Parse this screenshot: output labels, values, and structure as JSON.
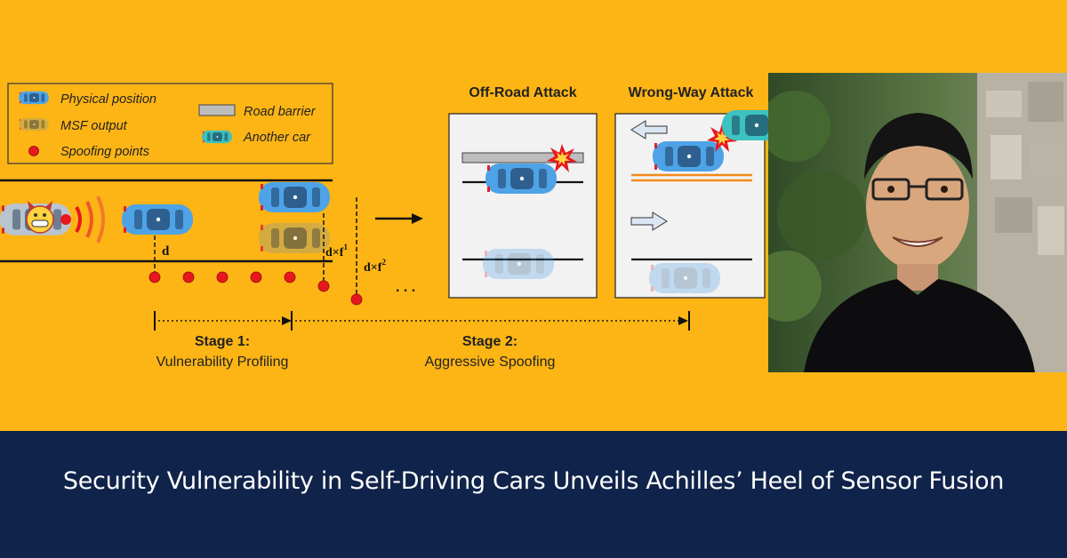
{
  "legend": {
    "physical_position": "Physical position",
    "msf_output": "MSF output",
    "spoofing_points": "Spoofing points",
    "road_barrier": "Road barrier",
    "another_car": "Another car"
  },
  "diagram": {
    "d_label": "d",
    "d_f1_label": "d×f",
    "d_f1_exp": "1",
    "d_f2_label": "d×f",
    "d_f2_exp": "2",
    "ellipsis": ". . .",
    "stage1_title": "Stage 1:",
    "stage1_sub": "Vulnerability Profiling",
    "stage2_title": "Stage 2:",
    "stage2_sub": "Aggressive Spoofing",
    "offroad_title": "Off-Road Attack",
    "wrongway_title": "Wrong-Way Attack"
  },
  "caption": "Security Vulnerability in Self-Driving Cars Unveils Achilles’ Heel of Sensor Fusion",
  "colors": {
    "background": "#fdb515",
    "banner": "#10234a",
    "physical_car": "#4ea3e6",
    "msf_car": "#c9a94d",
    "another_car": "#3cc2c0",
    "spoof_point": "#e8171e",
    "barrier": "#bdbdbd"
  }
}
